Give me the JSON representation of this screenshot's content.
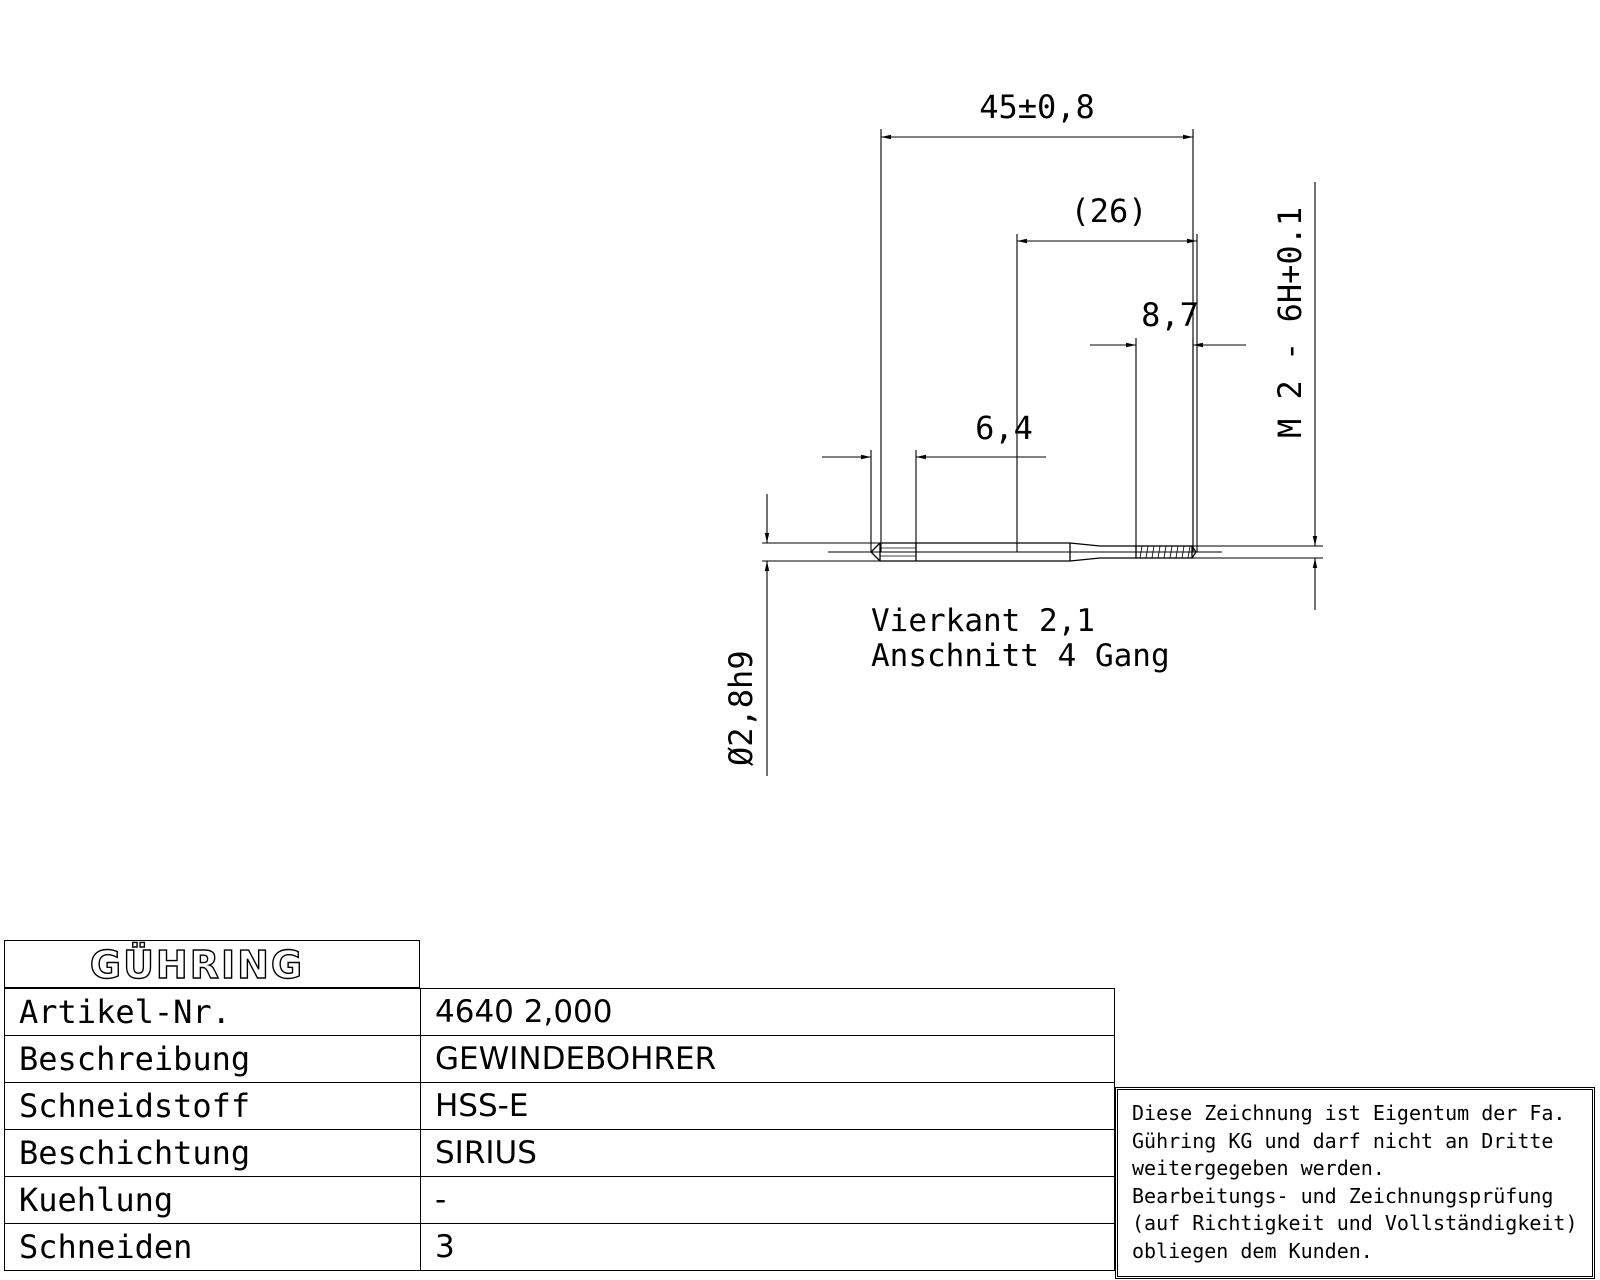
{
  "drawing": {
    "dimensions": {
      "overall_length": "45±0,8",
      "thread_reference_length": "(26)",
      "thread_length": "8,7",
      "square_length": "6,4",
      "thread_designation": "M 2 - 6H+0.1",
      "shank_diameter": "Ø2,8h9"
    },
    "notes": {
      "square": "Vierkant 2,1",
      "chamfer": "Anschnitt 4 Gang"
    }
  },
  "title_block": {
    "logo_text": "GÜHRING",
    "rows": [
      {
        "label": "Artikel-Nr.",
        "value": "4640 2,000"
      },
      {
        "label": "Beschreibung",
        "value": "GEWINDEBOHRER"
      },
      {
        "label": "Schneidstoff",
        "value": "HSS-E"
      },
      {
        "label": "Beschichtung",
        "value": "SIRIUS"
      },
      {
        "label": "Kuehlung",
        "value": "-"
      },
      {
        "label": "Schneiden",
        "value": "3"
      }
    ]
  },
  "notice": {
    "lines": [
      "Diese Zeichnung ist Eigentum der Fa.",
      "Gühring KG und darf nicht an Dritte",
      "weitergegeben werden.",
      "Bearbeitungs- und Zeichnungsprüfung",
      "(auf Richtigkeit und Vollständigkeit)",
      "obliegen dem Kunden."
    ]
  }
}
